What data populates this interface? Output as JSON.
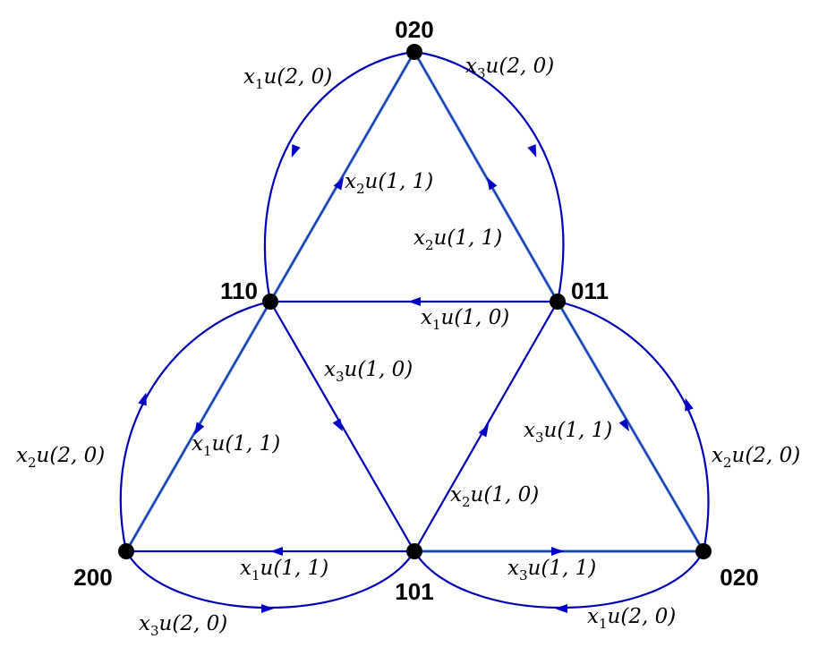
{
  "nodes": [
    {
      "id": "top",
      "label": "020"
    },
    {
      "id": "left",
      "label": "110"
    },
    {
      "id": "right",
      "label": "011"
    },
    {
      "id": "bl",
      "label": "200"
    },
    {
      "id": "bm",
      "label": "101"
    },
    {
      "id": "br",
      "label": "020"
    }
  ],
  "edge_labels": [
    {
      "id": "top-left-arc",
      "var": "x",
      "sub": "1",
      "rest": "u(2, 0)"
    },
    {
      "id": "top-right-arc",
      "var": "x",
      "sub": "3",
      "rest": "u(2, 0)"
    },
    {
      "id": "left-top-line",
      "var": "x",
      "sub": "2",
      "rest": "u(1, 1)"
    },
    {
      "id": "right-top-line",
      "var": "x",
      "sub": "2",
      "rest": "u(1, 1)"
    },
    {
      "id": "right-left-line",
      "var": "x",
      "sub": "1",
      "rest": "u(1, 0)"
    },
    {
      "id": "left-bm-line",
      "var": "x",
      "sub": "3",
      "rest": "u(1, 0)"
    },
    {
      "id": "left-bl-arc",
      "var": "x",
      "sub": "2",
      "rest": "u(2, 0)"
    },
    {
      "id": "left-bl-line",
      "var": "x",
      "sub": "1",
      "rest": "u(1, 1)"
    },
    {
      "id": "right-br-line",
      "var": "x",
      "sub": "3",
      "rest": "u(1, 1)"
    },
    {
      "id": "right-br-arc",
      "var": "x",
      "sub": "2",
      "rest": "u(2, 0)"
    },
    {
      "id": "bm-right-line",
      "var": "x",
      "sub": "2",
      "rest": "u(1, 0)"
    },
    {
      "id": "bm-bl-line",
      "var": "x",
      "sub": "1",
      "rest": "u(1, 1)"
    },
    {
      "id": "bm-br-line",
      "var": "x",
      "sub": "3",
      "rest": "u(1, 1)"
    },
    {
      "id": "bl-bm-arc",
      "var": "x",
      "sub": "3",
      "rest": "u(2, 0)"
    },
    {
      "id": "br-bm-arc",
      "var": "x",
      "sub": "1",
      "rest": "u(2, 0)"
    }
  ]
}
